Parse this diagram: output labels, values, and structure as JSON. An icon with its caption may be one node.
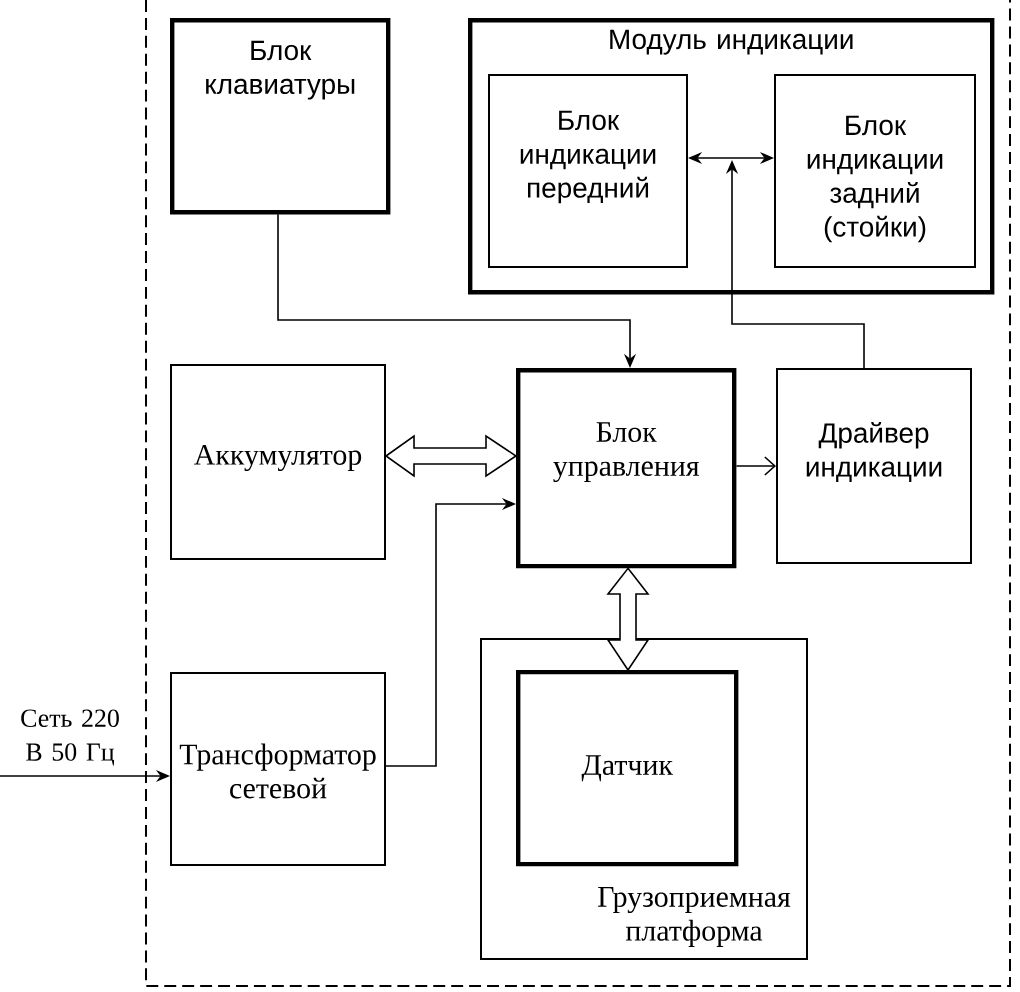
{
  "diagram": {
    "nodes": [
      {
        "text": [
          "Блок клавиатуры"
        ]
      },
      {
        "text": [
          "Модуль индикации"
        ]
      },
      {
        "text": [
          "Блок индикации передний"
        ],
        "in": 1
      },
      {
        "text": [
          "Блок индикации задний (стойки)"
        ],
        "in": 1
      },
      {
        "text": [
          "Аккумулятор"
        ]
      },
      {
        "text": [
          "Блок управления"
        ]
      },
      {
        "text": [
          "Драйвер индикации"
        ]
      },
      {
        "text": [
          "Трансформатор сетевой"
        ]
      },
      {
        "text": [
          "Грузоприемная платформа"
        ]
      },
      {
        "text": [
          "Датчик"
        ],
        "in": 8
      },
      {
        "text": [
          "Сеть 220 В 50 Гц"
        ]
      }
    ],
    "edges": [
      {
        "from": 0,
        "to": 5,
        "arrow": "to"
      },
      {
        "from": 2,
        "to": 3,
        "arrow": "both"
      },
      {
        "from": 6,
        "to": null,
        "arrow": "to"
      },
      {
        "from": 4,
        "to": 5,
        "arrow": "both",
        "style": "thick"
      },
      {
        "from": 5,
        "to": 6,
        "arrow": "to"
      },
      {
        "from": 5,
        "to": 9,
        "arrow": "both",
        "style": "thick"
      },
      {
        "from": 7,
        "to": 5,
        "arrow": "to"
      },
      {
        "from": 10,
        "to": 7,
        "arrow": "to"
      }
    ]
  }
}
